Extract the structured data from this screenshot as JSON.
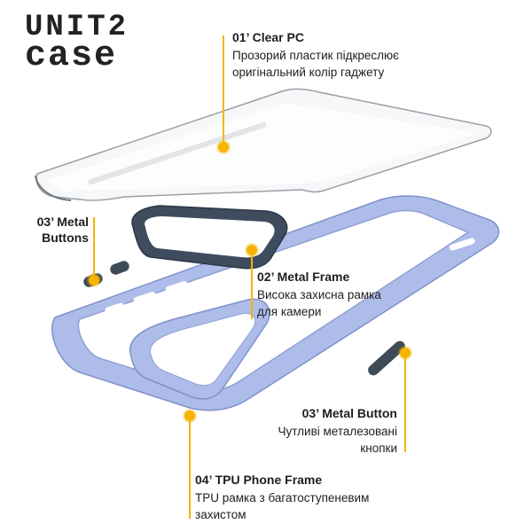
{
  "logo": {
    "line1": "UNIT2",
    "line2": "case"
  },
  "callouts": {
    "clear_pc": {
      "title": "01’ Clear PC",
      "desc_line1": "Прозорий пластик підкреслює",
      "desc_line2": "оригінальний колір гаджету"
    },
    "metal_buttons": {
      "title_line1": "03’ Metal",
      "title_line2": "Buttons"
    },
    "metal_frame": {
      "title": "02’ Metal Frame",
      "desc_line1": "Висока захисна рамка",
      "desc_line2": "для камери"
    },
    "metal_button": {
      "title": "03’ Metal Button",
      "desc_line1": "Чутливі металезовані",
      "desc_line2": "кнопки"
    },
    "tpu_frame": {
      "title": "04’ TPU Phone Frame",
      "desc_line1": "TPU рамка з багатоступеневим",
      "desc_line2": "захистом"
    }
  },
  "colors": {
    "accent": "#f6b400",
    "frame": "#a9b8e6",
    "frame_edge": "#7f91c9",
    "camera_ring": "#3e4c5e",
    "button": "#3f4a57"
  }
}
